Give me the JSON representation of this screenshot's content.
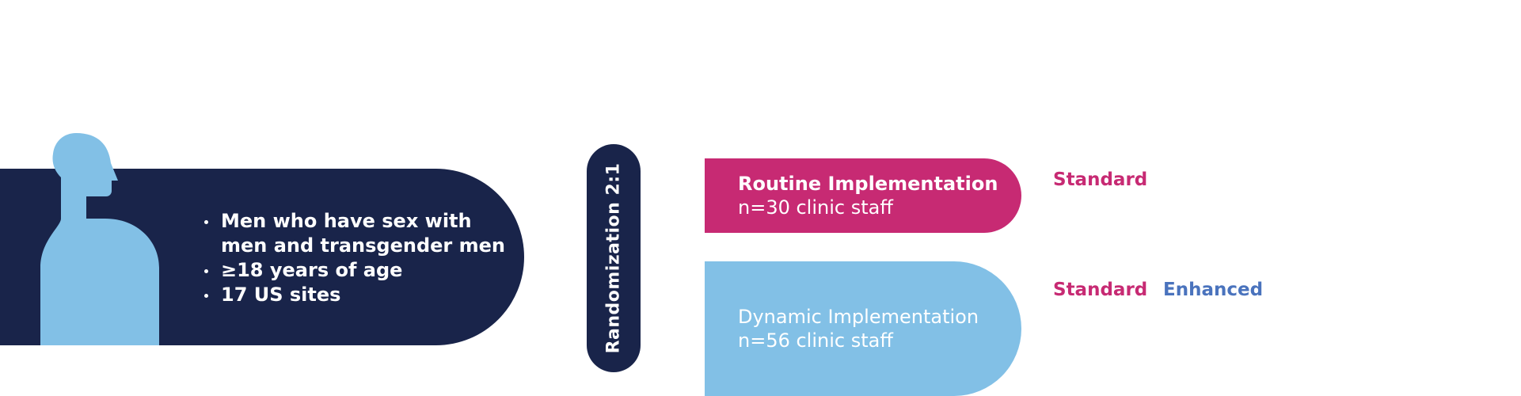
{
  "population": {
    "criteria": [
      "Men who have sex with",
      "men and transgender men",
      "≥18 years of age",
      "17 US sites"
    ]
  },
  "randomization": {
    "label": "Randomization 2:1"
  },
  "arms": [
    {
      "title": "Routine Implementation",
      "subtitle": "n=30 clinic staff",
      "components": [
        "Standard"
      ]
    },
    {
      "title": "Dynamic Implementation",
      "subtitle": "n=56 clinic staff",
      "components": [
        "Standard",
        "Enhanced"
      ]
    }
  ],
  "colors": {
    "navy": "#19244a",
    "magenta": "#c72a73",
    "light_blue": "#82c0e6",
    "enhanced_blue": "#4a73bd"
  },
  "icons": {
    "population": "person-silhouette-icon"
  }
}
